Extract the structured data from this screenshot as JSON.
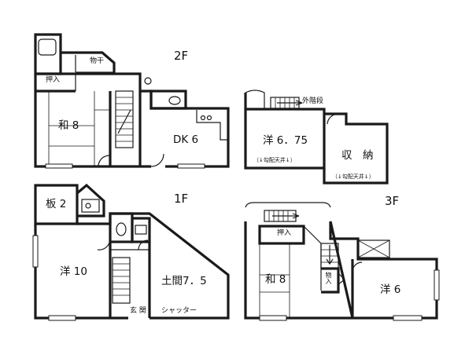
{
  "floors": {
    "f2": {
      "label": "2F",
      "rooms": {
        "washitsu": "和 8",
        "dk": "DK 6",
        "oshiire": "押入",
        "monohoshi": "物干"
      }
    },
    "f1": {
      "label": "1F",
      "rooms": {
        "ita": "板 2",
        "yo": "洋 10",
        "doma": "土間7．5",
        "genkan": "玄 関",
        "shutter": "シャッター"
      }
    },
    "f3": {
      "label": "3F",
      "rooms": {
        "washitsu": "和 8",
        "yo": "洋 6",
        "oshiire": "押入",
        "mono": "物入"
      }
    },
    "attic": {
      "rooms": {
        "yo": "洋 6．75",
        "shuno": "収　納",
        "gaikaidan": "外階段"
      },
      "notes": {
        "yo_ceiling": "（↓勾配天井↓）",
        "shuno_ceiling": "（↓勾配天井↓）"
      }
    }
  },
  "colors": {
    "wall": "#1a1a1a",
    "background": "#ffffff"
  }
}
